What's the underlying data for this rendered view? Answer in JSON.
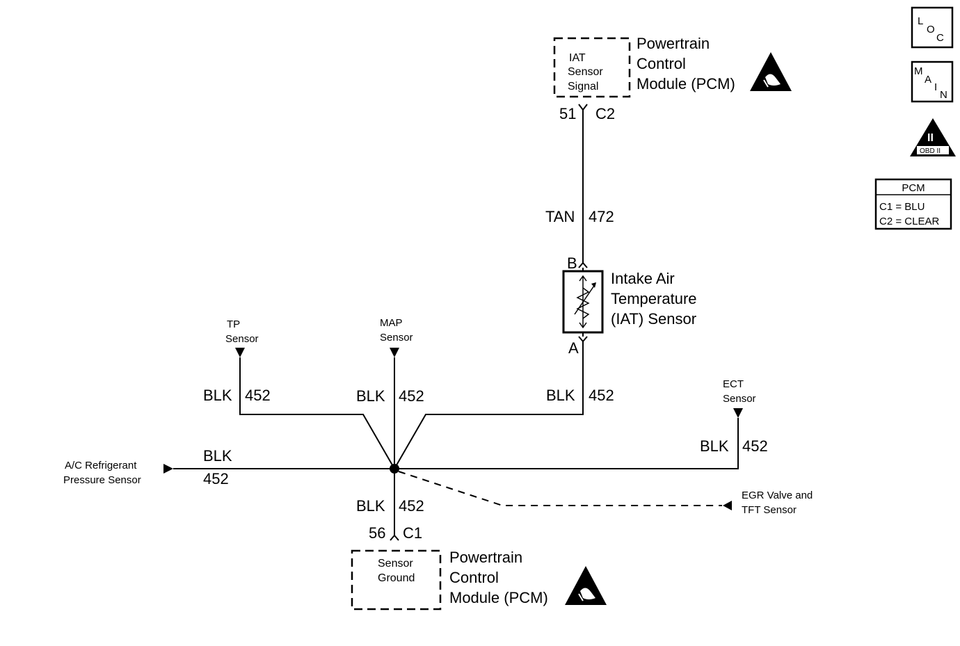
{
  "pcm_top": {
    "box_lines": [
      "IAT",
      "Sensor",
      "Signal"
    ],
    "title_lines": [
      "Powertrain",
      "Control",
      "Module (PCM)"
    ],
    "pin": "51",
    "connector": "C2"
  },
  "wire_472": {
    "color": "TAN",
    "circuit": "472"
  },
  "iat_sensor": {
    "pin_top": "B",
    "pin_bottom": "A",
    "title_lines": [
      "Intake Air",
      "Temperature",
      "(IAT) Sensor"
    ]
  },
  "tp_sensor": {
    "label_lines": [
      "TP",
      "Sensor"
    ],
    "color": "BLK",
    "circuit": "452"
  },
  "map_sensor": {
    "label_lines": [
      "MAP",
      "Sensor"
    ],
    "color": "BLK",
    "circuit": "452"
  },
  "iat_ground_wire": {
    "color": "BLK",
    "circuit": "452"
  },
  "ect_sensor": {
    "label_lines": [
      "ECT",
      "Sensor"
    ],
    "color": "BLK",
    "circuit": "452"
  },
  "ac_sensor": {
    "label_lines": [
      "A/C Refrigerant",
      "Pressure Sensor"
    ],
    "color": "BLK",
    "circuit": "452"
  },
  "egr": {
    "label_lines": [
      "EGR Valve and",
      "TFT Sensor"
    ]
  },
  "ground_wire": {
    "color": "BLK",
    "circuit": "452"
  },
  "pcm_bottom": {
    "box_lines": [
      "Sensor",
      "Ground"
    ],
    "title_lines": [
      "Powertrain",
      "Control",
      "Module (PCM)"
    ],
    "pin": "56",
    "connector": "C1"
  },
  "icons": {
    "loc": [
      "L",
      "O",
      "C"
    ],
    "main": [
      "M",
      "A",
      "I",
      "N"
    ],
    "obd": {
      "numeral": "II",
      "label": "OBD II"
    }
  },
  "pcm_legend": {
    "title": "PCM",
    "rows": [
      "C1 = BLU",
      "C2 = CLEAR"
    ]
  }
}
